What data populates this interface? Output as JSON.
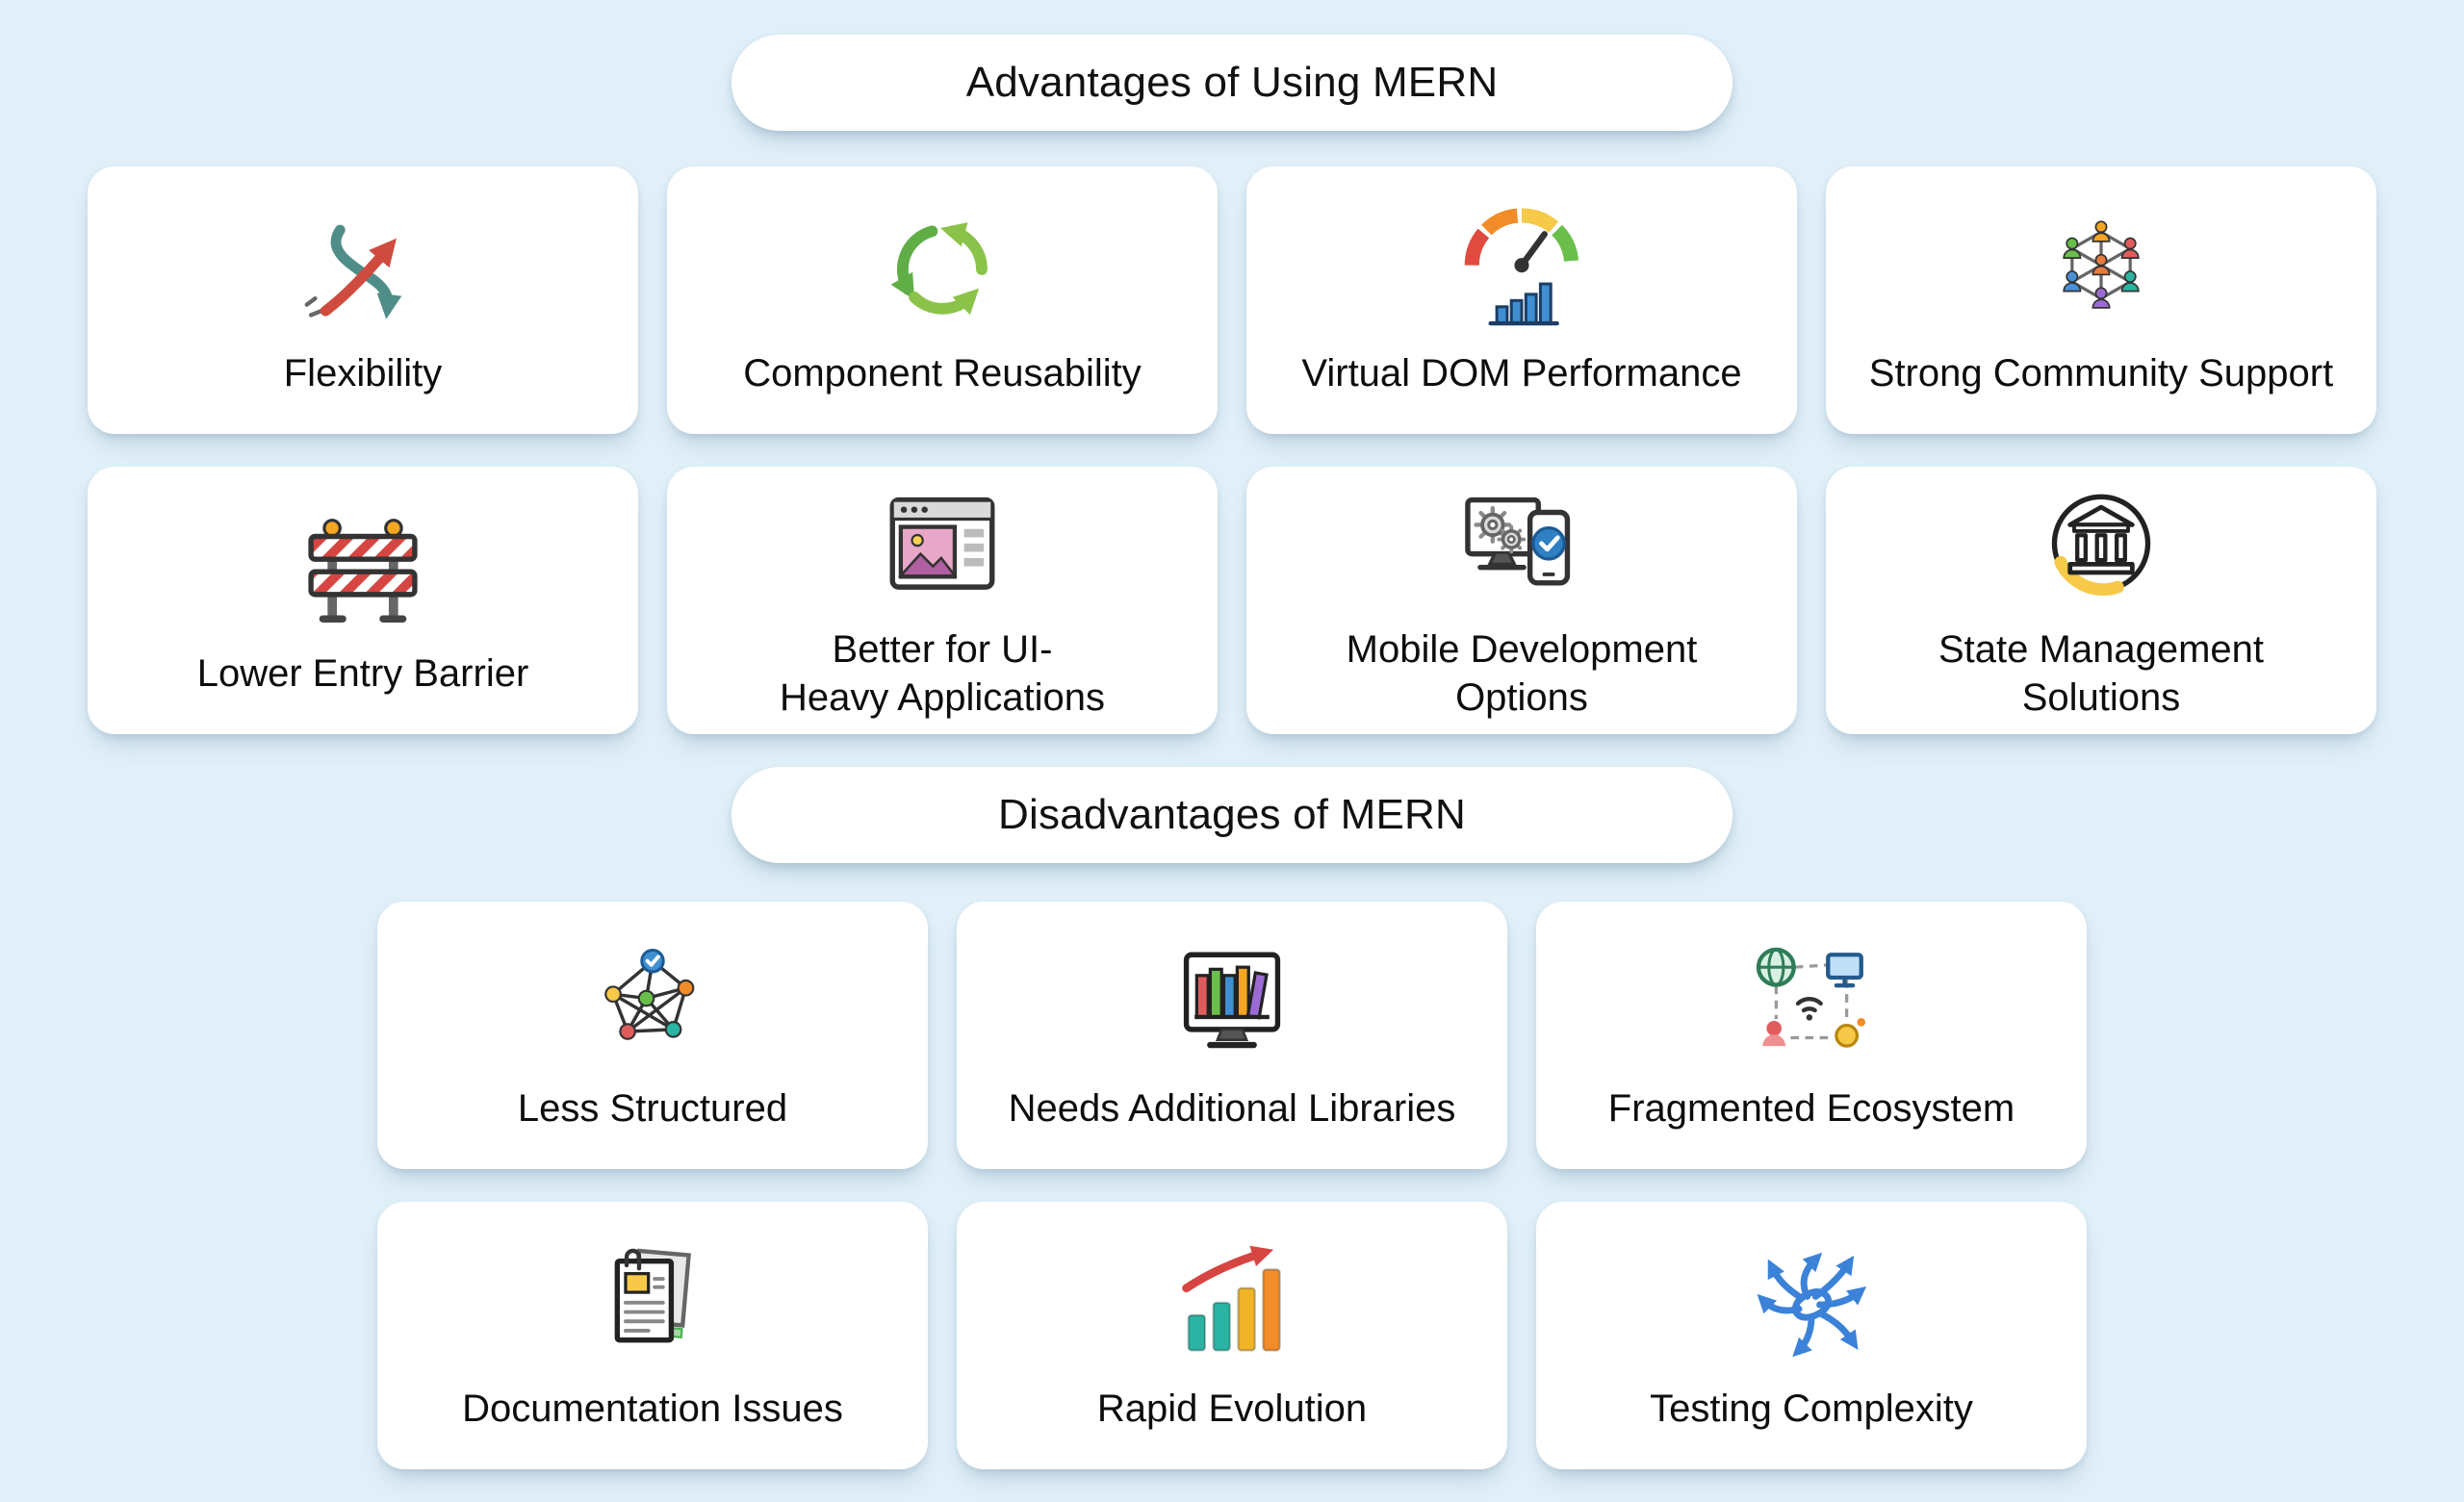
{
  "advantages": {
    "title": "Advantages of Using MERN",
    "cards": [
      {
        "label": "Flexibility",
        "icon": "flexibility-arrows-icon"
      },
      {
        "label": "Component Reusability",
        "icon": "recycle-arrows-icon"
      },
      {
        "label": "Virtual DOM Performance",
        "icon": "speedometer-chart-icon"
      },
      {
        "label": "Strong Community Support",
        "icon": "people-network-icon"
      },
      {
        "label": "Lower Entry Barrier",
        "icon": "road-barrier-icon"
      },
      {
        "label": "Better for UI-\nHeavy Applications",
        "icon": "browser-image-icon"
      },
      {
        "label": "Mobile Development\nOptions",
        "icon": "mobile-gears-check-icon"
      },
      {
        "label": "State Management\nSolutions",
        "icon": "bank-circle-icon"
      }
    ]
  },
  "disadvantages": {
    "title": "Disadvantages of MERN",
    "cards": [
      {
        "label": "Less Structured",
        "icon": "tangled-graph-nodes-icon"
      },
      {
        "label": "Needs Additional Libraries",
        "icon": "monitor-books-icon"
      },
      {
        "label": "Fragmented Ecosystem",
        "icon": "fragmented-network-icon"
      },
      {
        "label": "Documentation Issues",
        "icon": "documents-paperclip-icon"
      },
      {
        "label": "Rapid Evolution",
        "icon": "growth-bars-arrow-icon"
      },
      {
        "label": "Testing Complexity",
        "icon": "tangled-arrows-icon"
      }
    ]
  },
  "colors": {
    "background": "#e0eff8",
    "card": "#ffffff",
    "text": "#0d0d0d",
    "red": "#cf4b3f",
    "teal": "#4e8d88",
    "green": "#5fae46",
    "orange": "#f28c28",
    "yellow": "#f7c948",
    "blue": "#3f8fd2"
  }
}
